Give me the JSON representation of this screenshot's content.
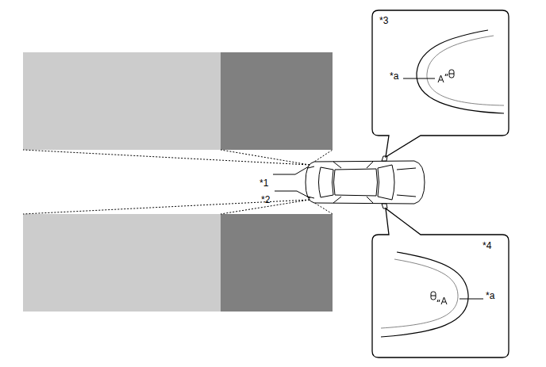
{
  "diagram": {
    "nodes": [
      {
        "text": [
          "*3",
          "*a"
        ]
      },
      {
        "text": [
          "*4",
          "*a"
        ]
      }
    ],
    "labels": [
      "*1",
      "*2"
    ]
  }
}
